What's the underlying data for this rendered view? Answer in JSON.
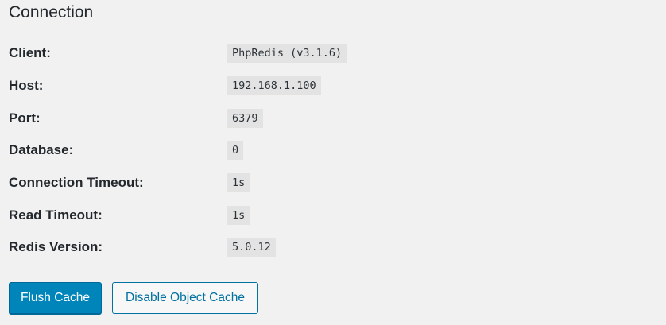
{
  "section": {
    "title": "Connection"
  },
  "rows": [
    {
      "label": "Client:",
      "value": "PhpRedis (v3.1.6)"
    },
    {
      "label": "Host:",
      "value": "192.168.1.100"
    },
    {
      "label": "Port:",
      "value": "6379"
    },
    {
      "label": "Database:",
      "value": "0"
    },
    {
      "label": "Connection Timeout:",
      "value": "1s"
    },
    {
      "label": "Read Timeout:",
      "value": "1s"
    },
    {
      "label": "Redis Version:",
      "value": "5.0.12"
    }
  ],
  "actions": {
    "flush_label": "Flush Cache",
    "disable_label": "Disable Object Cache"
  },
  "colors": {
    "primary_button": "#0085ba",
    "secondary_button_text": "#0071a1",
    "background": "#f1f1f1",
    "code_background": "#e3e3e3"
  }
}
